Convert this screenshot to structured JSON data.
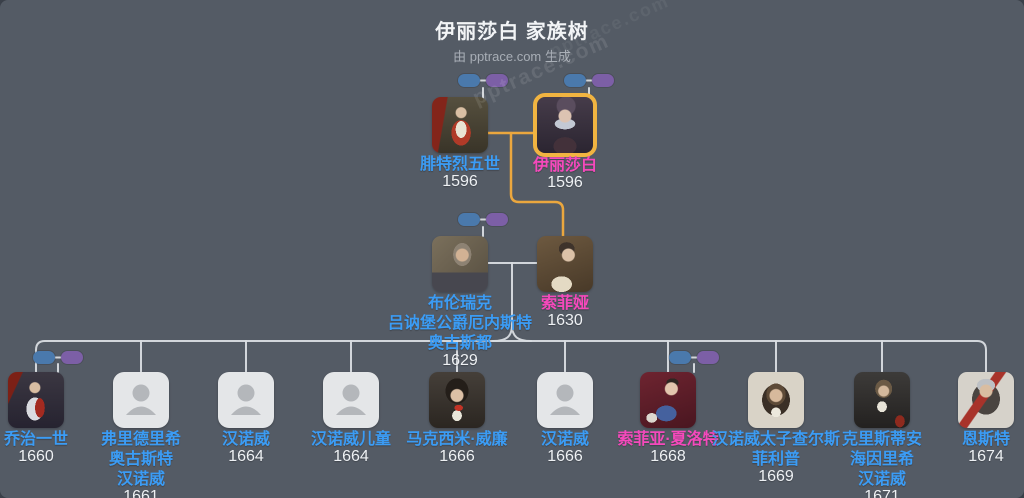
{
  "header": {
    "title": "伊丽莎白 家族树",
    "subtitle": "由 pptrace.com 生成",
    "watermark": "pptrace.com"
  },
  "colors": {
    "background": "#545b65",
    "male_name": "#3b9cf5",
    "female_name": "#f549bc",
    "year_text": "#eef1f4",
    "male_parent_chip": "#4a79ac",
    "female_parent_chip": "#7c5fa6",
    "connector_line": "#d9dde1",
    "highlight_line": "#eba73e",
    "selected_border": "#f1b441",
    "placeholder_tile": "#e4e6e8"
  },
  "people": [
    {
      "name": "腓特烈五世",
      "name_lines": [
        "腓特烈五世"
      ],
      "year": "1596",
      "gender": "male",
      "portrait": "painting",
      "parent_chips": true,
      "selected": false
    },
    {
      "name": "伊丽莎白",
      "name_lines": [
        "伊丽莎白"
      ],
      "year": "1596",
      "gender": "female",
      "portrait": "painting",
      "parent_chips": true,
      "selected": true
    },
    {
      "name": "布伦瑞克吕讷堡公爵厄内斯特奥古斯都",
      "name_lines": [
        "布伦瑞克",
        "吕讷堡公爵厄内斯特",
        "奥古斯都"
      ],
      "year": "1629",
      "gender": "male",
      "portrait": "painting",
      "parent_chips": true,
      "selected": false
    },
    {
      "name": "索菲娅",
      "name_lines": [
        "索菲娅"
      ],
      "year": "1630",
      "gender": "female",
      "portrait": "painting",
      "parent_chips": false,
      "selected": false
    },
    {
      "name": "乔治一世",
      "name_lines": [
        "乔治一世"
      ],
      "year": "1660",
      "gender": "male",
      "portrait": "painting",
      "parent_chips": true,
      "selected": false
    },
    {
      "name": "弗里德里希奥古斯特汉诺威",
      "name_lines": [
        "弗里德里希",
        "奥古斯特",
        "汉诺威"
      ],
      "year": "1661",
      "gender": "male",
      "portrait": "placeholder",
      "parent_chips": false,
      "selected": false
    },
    {
      "name": "汉诺威",
      "name_lines": [
        "汉诺威"
      ],
      "year": "1664",
      "gender": "male",
      "portrait": "placeholder",
      "parent_chips": false,
      "selected": false
    },
    {
      "name": "汉诺威儿童",
      "name_lines": [
        "汉诺威儿童"
      ],
      "year": "1664",
      "gender": "male",
      "portrait": "placeholder",
      "parent_chips": false,
      "selected": false
    },
    {
      "name": "马克西米·威廉",
      "name_lines": [
        "马克西米·威廉"
      ],
      "year": "1666",
      "gender": "male",
      "portrait": "painting",
      "parent_chips": false,
      "selected": false
    },
    {
      "name": "汉诺威",
      "name_lines": [
        "汉诺威"
      ],
      "year": "1666",
      "gender": "male",
      "portrait": "placeholder",
      "parent_chips": false,
      "selected": false
    },
    {
      "name": "索菲亚·夏洛特",
      "name_lines": [
        "索菲亚·夏洛特"
      ],
      "year": "1668",
      "gender": "female",
      "portrait": "painting",
      "parent_chips": true,
      "selected": false
    },
    {
      "name": "汉诺威太子查尔斯菲利普",
      "name_lines": [
        "汉诺威太子查尔斯",
        "菲利普"
      ],
      "year": "1669",
      "gender": "male",
      "portrait": "painting",
      "parent_chips": false,
      "selected": false
    },
    {
      "name": "克里斯蒂安海因里希汉诺威",
      "name_lines": [
        "克里斯蒂安",
        "海因里希",
        "汉诺威"
      ],
      "year": "1671",
      "gender": "male",
      "portrait": "painting",
      "parent_chips": false,
      "selected": false
    },
    {
      "name": "恩斯特",
      "name_lines": [
        "恩斯特"
      ],
      "year": "1674",
      "gender": "male",
      "portrait": "painting",
      "parent_chips": false,
      "selected": false
    }
  ]
}
